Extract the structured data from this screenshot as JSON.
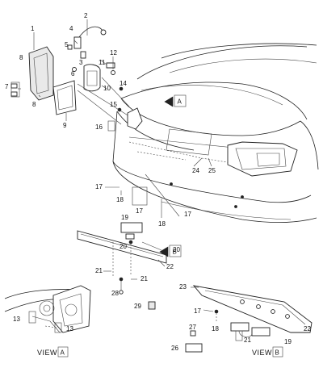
{
  "callouts": {
    "c1": "1",
    "c2": "2",
    "c3": "3",
    "c4": "4",
    "c5": "5",
    "c6": "6",
    "c7": "7",
    "c8a": "8",
    "c8b": "8",
    "c9": "9",
    "c10": "10",
    "c11": "11",
    "c12": "12",
    "c14": "14",
    "c15": "15",
    "c16": "16",
    "c17a": "17",
    "c17b": "17",
    "c17c": "17",
    "c18": "18",
    "c18b": "18",
    "c19": "19",
    "c20a": "20",
    "c20b": "20",
    "c21a": "21",
    "c21b": "21",
    "c21c": "21",
    "c22a": "22",
    "c22b": "22",
    "c23": "23",
    "c24": "24",
    "c25": "25",
    "c26": "26",
    "c27": "27",
    "c28": "28",
    "c29": "29",
    "c13a": "13",
    "c13b": "13",
    "c17d": "17",
    "c18c": "18",
    "c19b": "19"
  },
  "views": {
    "view_a_text": "VIEW",
    "view_a_letter": "A",
    "view_b_text": "VIEW",
    "view_b_letter": "B",
    "ref_a": "A",
    "ref_b": "B"
  }
}
